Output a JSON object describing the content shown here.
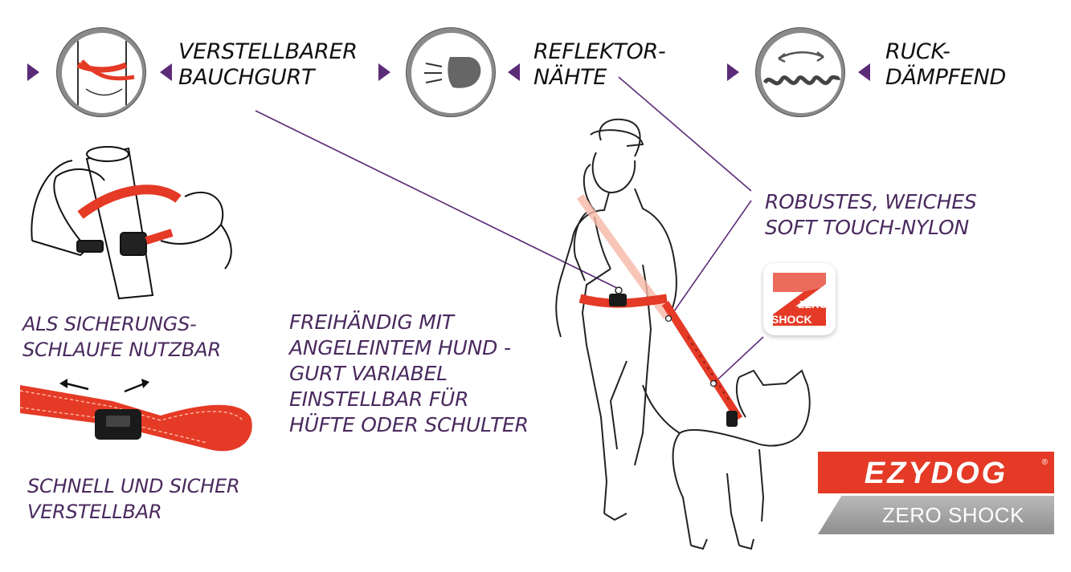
{
  "features": [
    {
      "line1": "VERSTELLBARER",
      "line2": "BAUCHGURT",
      "icon": "waist-belt-icon"
    },
    {
      "line1": "REFLEKTOR-",
      "line2": "NÄHTE",
      "icon": "reflector-icon"
    },
    {
      "line1": "RUCK-",
      "line2": "DÄMPFEND",
      "icon": "shock-absorber-icon"
    }
  ],
  "callouts": {
    "nylon_line1": "ROBUSTES, WEICHES",
    "nylon_line2": "SOFT TOUCH-NYLON",
    "loop_line1": "ALS SICHERUNGS-",
    "loop_line2": "SCHLAUFE NUTZBAR",
    "handsfree": [
      "FREIHÄNDIG MIT",
      "ANGELEINTEM HUND -",
      "GURT VARIABEL",
      "EINSTELLBAR FÜR",
      "HÜFTE ODER SCHULTER"
    ],
    "adjust_line1": "SCHNELL UND SICHER",
    "adjust_line2": "VERSTELLBAR"
  },
  "badge": {
    "line1": "ZERO",
    "line2": "SHOCK"
  },
  "brand": {
    "logo": "EZYDOG",
    "product": "ZERO SHOCK",
    "registered": "®"
  },
  "colors": {
    "accent_purple": "#5b2b78",
    "text_purple": "#4a2a5e",
    "leash_red": "#e43a26",
    "ring_gray": "#8a8a8a"
  }
}
